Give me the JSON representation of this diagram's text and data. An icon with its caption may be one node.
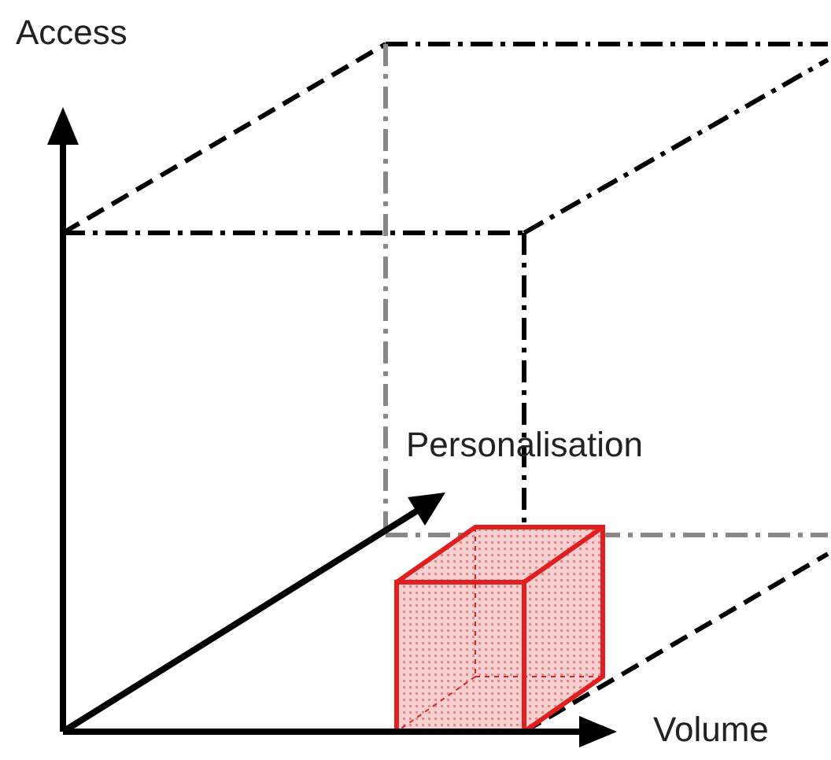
{
  "diagram": {
    "labels": [
      "Access",
      "Personalisation",
      "Volume"
    ]
  }
}
